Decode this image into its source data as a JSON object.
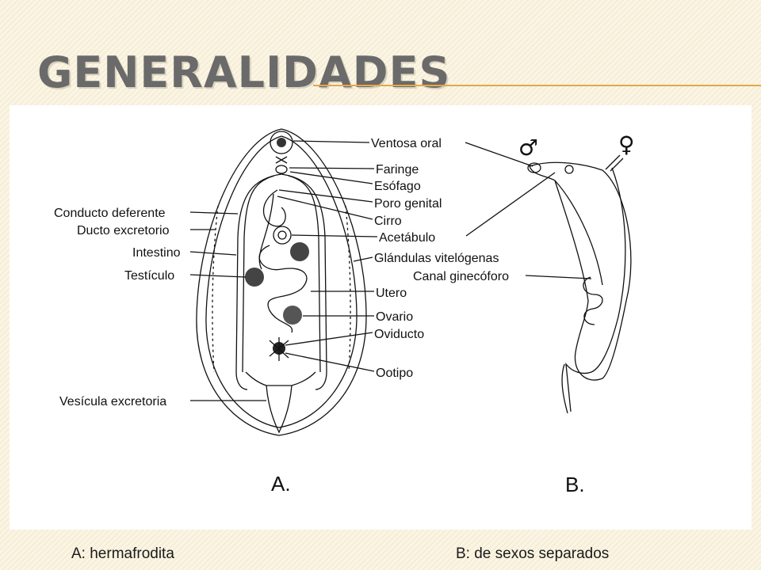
{
  "slide": {
    "title": "GENERALIDADES",
    "caption_left": "A: hermafrodita",
    "caption_right": "B: de sexos separados"
  },
  "figure_a": {
    "panel_label": "A.",
    "labels": {
      "ventosa_oral": "Ventosa oral",
      "faringe": "Faringe",
      "esofago": "Esófago",
      "poro_genital": "Poro genital",
      "cirro": "Cirro",
      "acetabulo": "Acetábulo",
      "glandulas": "Glándulas vitelógenas",
      "utero": "Utero",
      "ovario": "Ovario",
      "oviducto": "Oviducto",
      "ootipo": "Ootipo",
      "conducto_deferente": "Conducto deferente",
      "ducto_excretorio": "Ducto excretorio",
      "intestino": "Intestino",
      "testiculo": "Testículo",
      "vesicula": "Vesícula excretoria"
    }
  },
  "figure_b": {
    "panel_label": "B.",
    "male_symbol": "♂",
    "female_symbol": "♀",
    "canal_label": "Canal ginecóforo"
  },
  "colors": {
    "title_rule": "#e7a64a",
    "title_text": "#6a6a6a"
  }
}
